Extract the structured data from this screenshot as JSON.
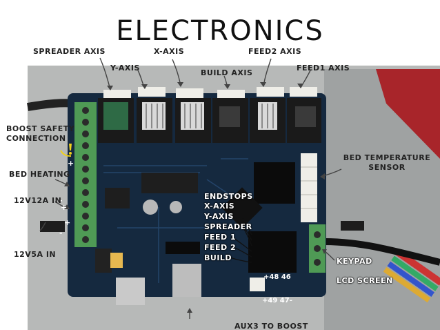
{
  "title": "ELECTRONICS",
  "labels": {
    "spreader_axis": "SPREADER AXIS",
    "y_axis": "Y-AXIS",
    "x_axis": "X-AXIS",
    "build_axis": "BUILD AXIS",
    "feed2_axis": "FEED2 AXIS",
    "feed1_axis": "FEED1 AXIS",
    "boost_safety": "BOOST SAFETY",
    "connection": "CONNECTION",
    "bed_heating": "BED HEATING",
    "v12_12a_in": "12V12A IN",
    "v12_5a_in": "12V5A IN",
    "bed_temp_1": "BED TEMPERATURE",
    "bed_temp_2": "SENSOR",
    "keypad": "KEYPAD",
    "lcd_screen": "LCD SCREEN",
    "aux3_to_boost": "AUX3 TO BOOST"
  },
  "endstops": {
    "heading": "ENDSTOPS",
    "items": [
      "X-AXIS",
      "Y-AXIS",
      "SPREADER",
      "FEED 1",
      "FEED 2",
      "BUILD"
    ]
  },
  "pins": {
    "p1": "+48 46",
    "p2": "+49 47-"
  },
  "colors": {
    "board": "#15293f",
    "terminal": "#4f9a55",
    "driver": "#1a1a1a",
    "heatsink": "#d9d9d9",
    "metal": "#a7a9a9"
  }
}
